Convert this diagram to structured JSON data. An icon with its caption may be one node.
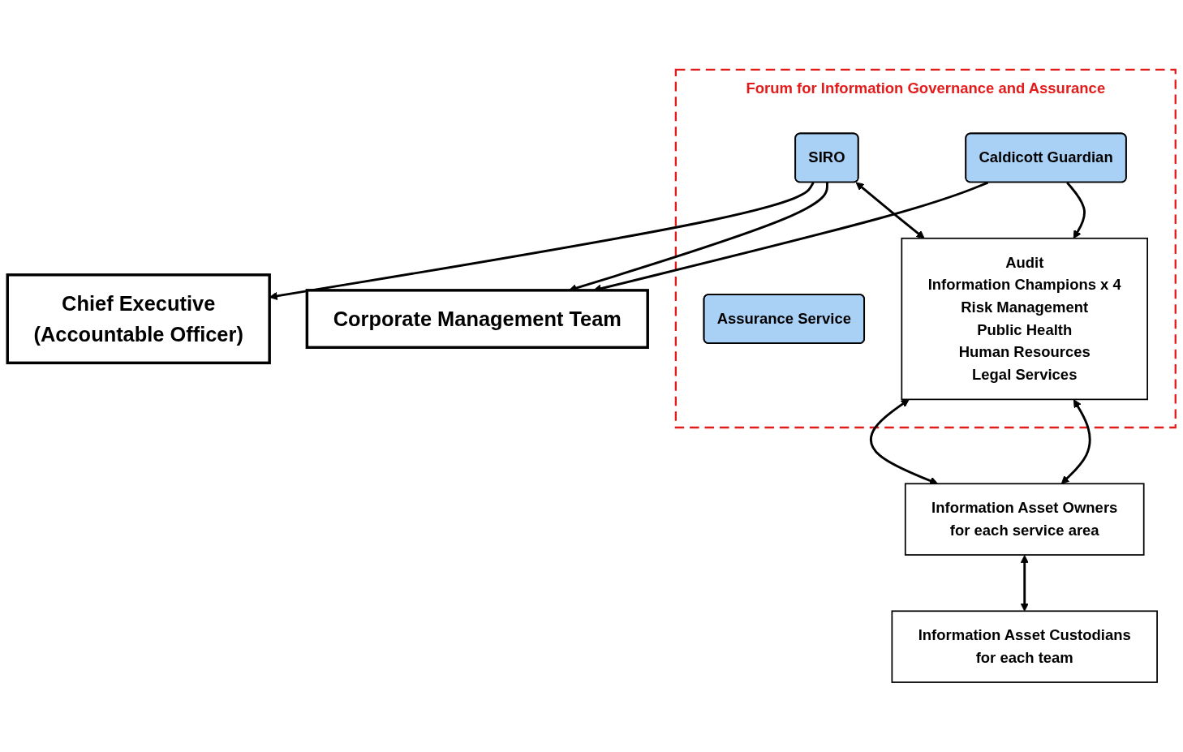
{
  "diagram": {
    "nodes": [
      {
        "text": [
          "Chief Executive",
          "(Accountable Officer)"
        ]
      },
      {
        "text": [
          "Corporate Management Team"
        ]
      },
      {
        "text": [
          "Forum for Information Governance and Assurance"
        ]
      },
      {
        "text": [
          "Assurance Service"
        ],
        "in": 2
      },
      {
        "text": [
          "SIRO"
        ],
        "in": 2
      },
      {
        "text": [
          "Audit",
          "Information Champions x 4",
          "Risk Management",
          "Public Health",
          "Human Resources",
          "Legal Services"
        ],
        "in": 2
      },
      {
        "text": [
          "Caldicott Guardian"
        ],
        "in": 2
      },
      {
        "text": [
          "Information Asset Owners",
          "for each service area"
        ]
      },
      {
        "text": [
          "Information Asset Custodians",
          "for each team"
        ]
      }
    ],
    "edges": [
      {
        "from": 4,
        "to": 0,
        "arrow": "to"
      },
      {
        "from": 4,
        "to": 1,
        "arrow": "to"
      },
      {
        "from": 6,
        "to": 1,
        "arrow": "to"
      },
      {
        "from": 4,
        "to": 5,
        "arrow": "both"
      },
      {
        "from": 6,
        "to": 5,
        "arrow": "to"
      },
      {
        "from": 5,
        "to": 7,
        "arrow": "both"
      },
      {
        "from": 5,
        "to": 7,
        "arrow": "both"
      },
      {
        "from": 7,
        "to": 8,
        "arrow": "both"
      }
    ]
  }
}
